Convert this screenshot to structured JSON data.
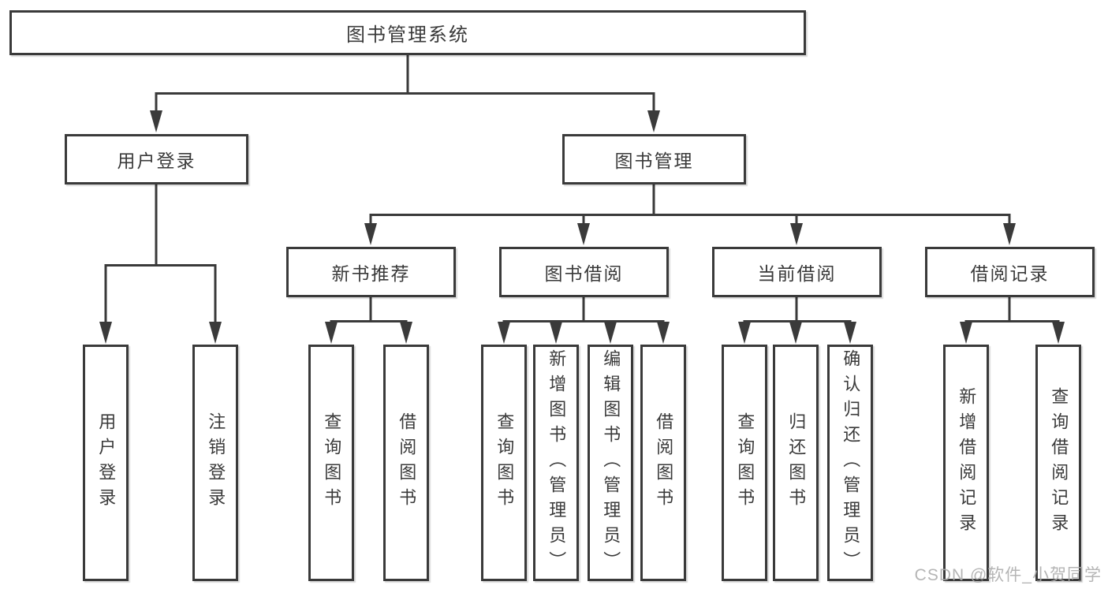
{
  "diagram": {
    "nodes": {
      "root": {
        "label": "图书管理系统"
      },
      "user_login": {
        "label": "用户登录",
        "children": [
          {
            "label": "用户登录"
          },
          {
            "label": "注销登录"
          }
        ]
      },
      "book_management": {
        "label": "图书管理",
        "children": [
          {
            "label": "新书推荐",
            "children": [
              {
                "label": "查询图书"
              },
              {
                "label": "借阅图书"
              }
            ]
          },
          {
            "label": "图书借阅",
            "children": [
              {
                "label": "查询图书"
              },
              {
                "label": "新增图书（管理员）"
              },
              {
                "label": "编辑图书（管理员）"
              },
              {
                "label": "借阅图书"
              }
            ]
          },
          {
            "label": "当前借阅",
            "children": [
              {
                "label": "查询图书"
              },
              {
                "label": "归还图书"
              },
              {
                "label": "确认归还（管理员）"
              }
            ]
          },
          {
            "label": "借阅记录",
            "children": [
              {
                "label": "新增借阅记录"
              },
              {
                "label": "查询借阅记录"
              }
            ]
          }
        ]
      }
    },
    "colors": {
      "line": "#3a3a3a",
      "box_border": "#3a3a3a",
      "text": "#3a3a3a",
      "background": "#ffffff",
      "watermark": "#adadad"
    }
  },
  "watermark": "CSDN @软件_小贺同学"
}
